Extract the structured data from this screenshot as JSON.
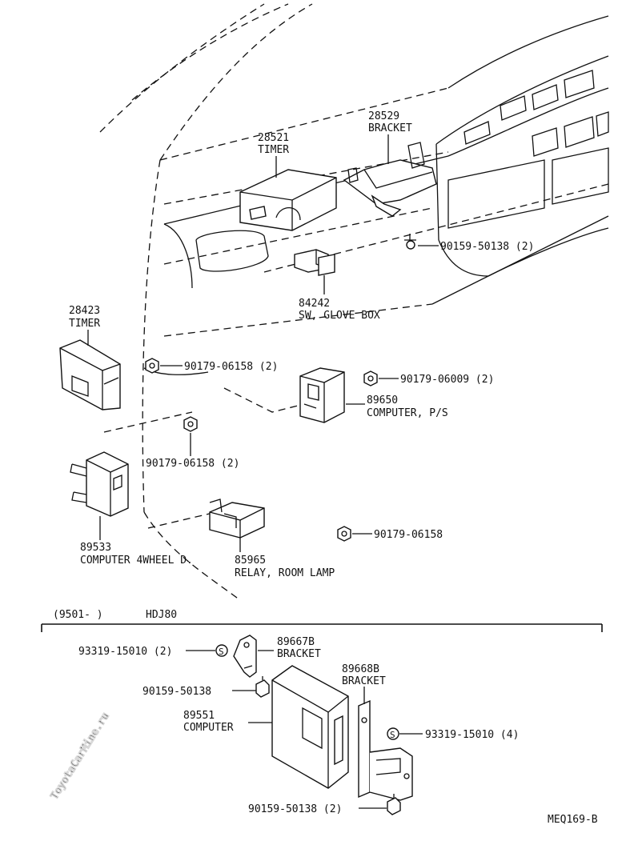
{
  "watermark": "ToyotaCarMine.ru",
  "drawing_code": "MEQ169-B",
  "section_label": {
    "date_range": "(9501-      )",
    "model": "HDJ80"
  },
  "parts": {
    "timer_28521": {
      "number": "28521",
      "name": "TIMER"
    },
    "bracket_28529": {
      "number": "28529",
      "name": "BRACKET"
    },
    "bolt_90159_top": {
      "text": "90159-50138 (2)"
    },
    "sw_glove_box": {
      "number": "84242",
      "name": "SW, GLOVE BOX"
    },
    "timer_28423": {
      "number": "28423",
      "name": "TIMER"
    },
    "nut_90179_06158_a": {
      "text": "90179-06158 (2)"
    },
    "nut_90179_06009": {
      "text": "90179-06009 (2)"
    },
    "computer_ps": {
      "number": "89650",
      "name": "COMPUTER, P/S"
    },
    "nut_90179_06158_b": {
      "text": "90179-06158 (2)"
    },
    "computer_4wheel": {
      "number": "89533",
      "name": "COMPUTER 4WHEEL D."
    },
    "relay_room_lamp": {
      "number": "85965",
      "name": "RELAY, ROOM LAMP"
    },
    "nut_90179_06158_c": {
      "text": "90179-06158"
    },
    "screw_93319_left": {
      "text": "93319-15010 (2)"
    },
    "bracket_89667b": {
      "number": "89667B",
      "name": "BRACKET"
    },
    "bolt_90159_mid": {
      "text": "90159-50138"
    },
    "bracket_89668b": {
      "number": "89668B",
      "name": "BRACKET"
    },
    "computer_89551": {
      "number": "89551",
      "name": "COMPUTER"
    },
    "screw_93319_right": {
      "text": "93319-15010 (4)"
    },
    "bolt_90159_bottom": {
      "text": "90159-50138 (2)"
    }
  },
  "symbols": {
    "s_mark": "S"
  }
}
